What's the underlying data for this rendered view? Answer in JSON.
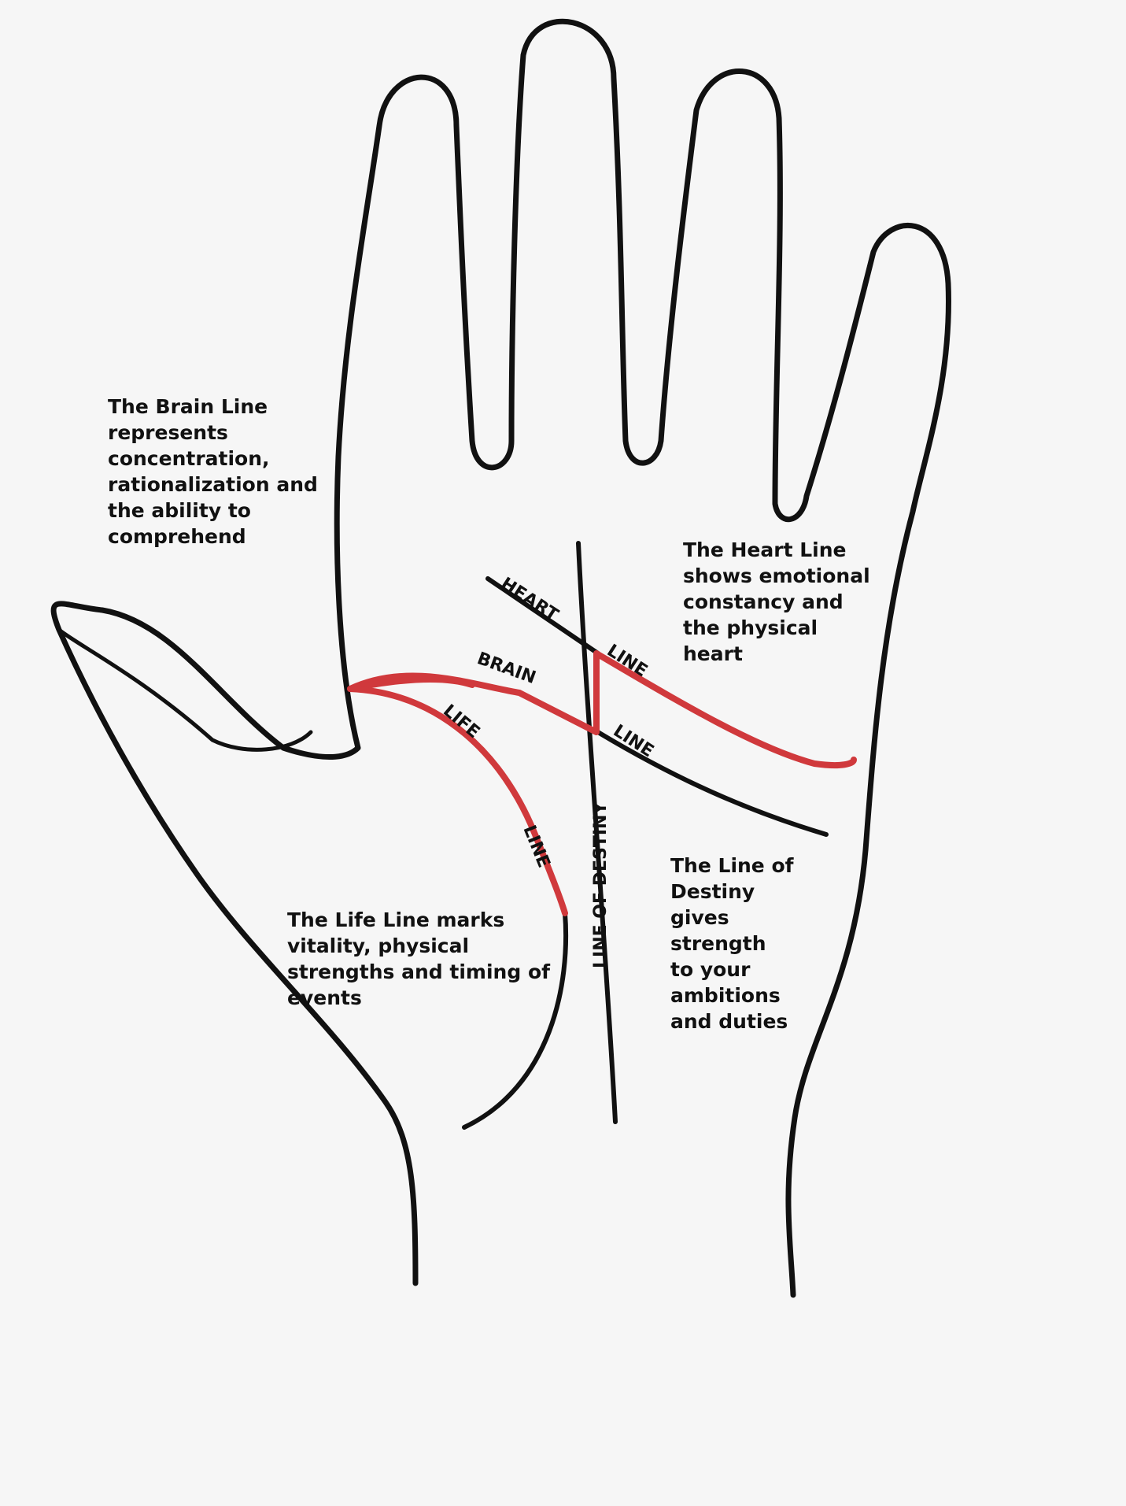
{
  "annotations": {
    "brain_note": [
      "The Brain Line",
      "represents",
      "concentration,",
      "rationalization and",
      "the ability to",
      "comprehend"
    ],
    "heart_note": [
      "The Heart Line",
      "shows emotional",
      "constancy and",
      "the physical",
      "heart"
    ],
    "life_note": [
      "The Life Line marks",
      "vitality, physical",
      "strengths and timing of",
      "events"
    ],
    "destiny_note": [
      "The Line of",
      "Destiny",
      "gives",
      "strength",
      "to your",
      "ambitions",
      "and duties"
    ]
  },
  "line_labels": {
    "heart_word": "HEART",
    "heart_line_word": "LINE",
    "brain_word": "BRAIN",
    "brain_line_word": "LINE",
    "life_word": "LIFE",
    "life_line_word": "LINE",
    "destiny": "LINE OF DESTINY"
  },
  "colors": {
    "outline": "#111111",
    "highlight": "#d0393c",
    "background": "#f6f6f6"
  }
}
